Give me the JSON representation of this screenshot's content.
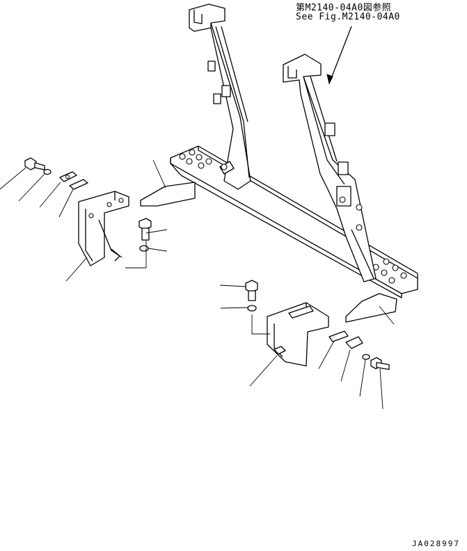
{
  "reference": {
    "japanese": "第M2140-04A0図参照",
    "english": "See Fig.M2140-04A0"
  },
  "drawing_code": "JA028997"
}
